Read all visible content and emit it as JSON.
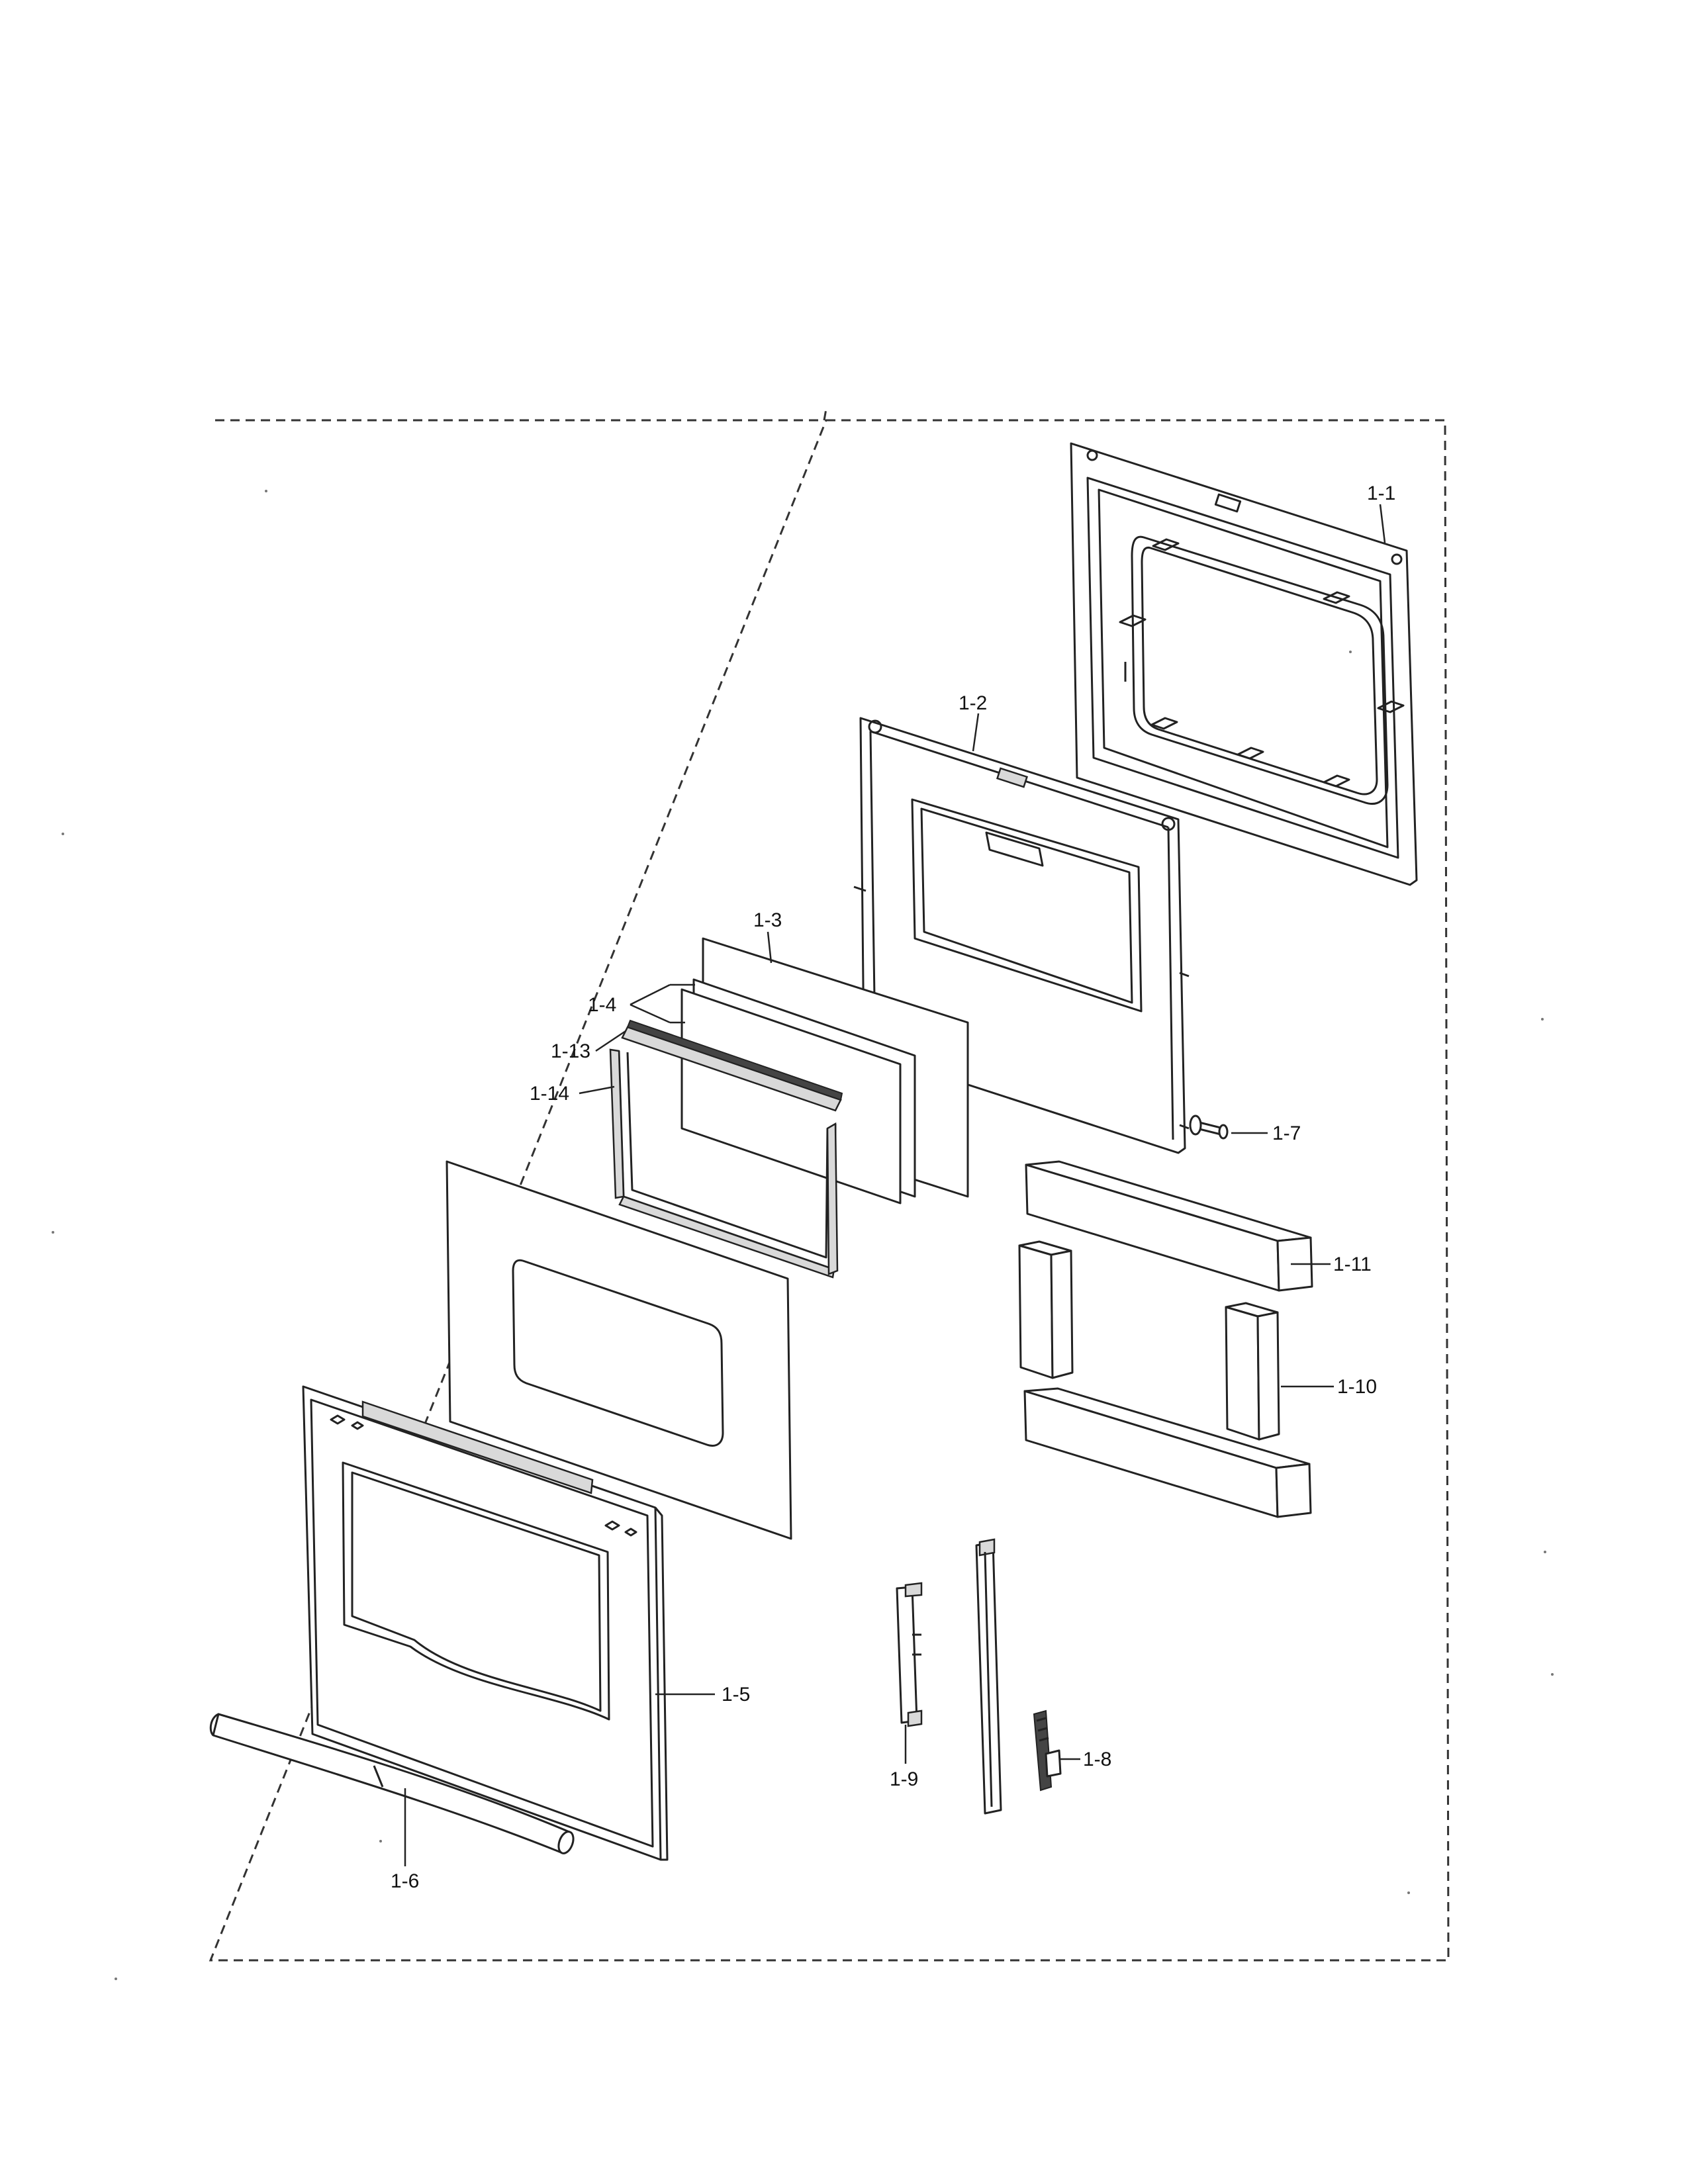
{
  "diagram": {
    "callouts": [
      {
        "id": "1-1",
        "label": "1-1"
      },
      {
        "id": "1-2",
        "label": "1-2"
      },
      {
        "id": "1-3",
        "label": "1-3"
      },
      {
        "id": "1-4",
        "label": "1-4"
      },
      {
        "id": "1-5",
        "label": "1-5"
      },
      {
        "id": "1-6",
        "label": "1-6"
      },
      {
        "id": "1-7",
        "label": "1-7"
      },
      {
        "id": "1-8",
        "label": "1-8"
      },
      {
        "id": "1-9",
        "label": "1-9"
      },
      {
        "id": "1-10",
        "label": "1-10"
      },
      {
        "id": "1-11",
        "label": "1-11"
      },
      {
        "id": "1-13",
        "label": "1-13"
      },
      {
        "id": "1-14",
        "label": "1-14"
      }
    ]
  }
}
